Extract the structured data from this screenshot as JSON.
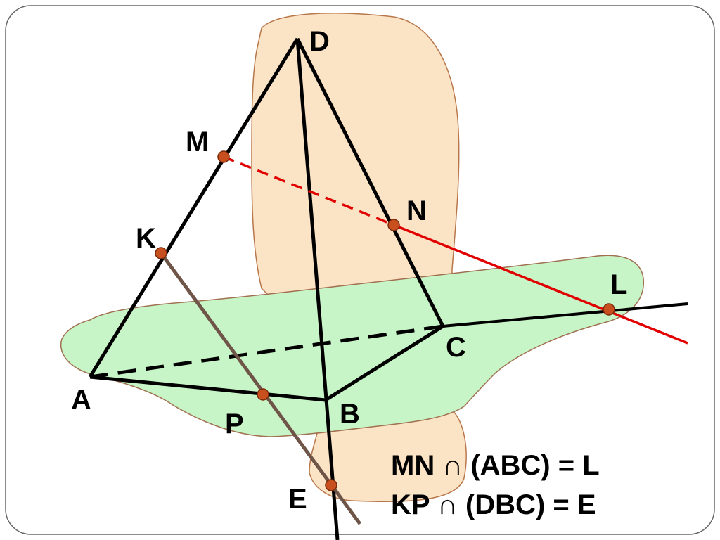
{
  "points": {
    "D": "D",
    "M": "M",
    "N": "N",
    "K": "K",
    "L": "L",
    "C": "C",
    "A": "A",
    "B": "B",
    "P": "P",
    "E": "E"
  },
  "formulas": {
    "line1": "MN ∩ (ABC) = L",
    "line2": "KP ∩ (DBC) = E"
  },
  "colors": {
    "plane_dbc_fill": "#fbe3c5",
    "plane_dbc_stroke": "#b8774a",
    "plane_abc_fill": "#c8f5c8",
    "plane_abc_stroke": "#a07050",
    "line_mn": "#e00000",
    "line_kp": "#6e5548",
    "edges": "#000000",
    "point_fill": "#c8501e",
    "point_stroke": "#7a2a0a",
    "frame_stroke": "#666666"
  }
}
